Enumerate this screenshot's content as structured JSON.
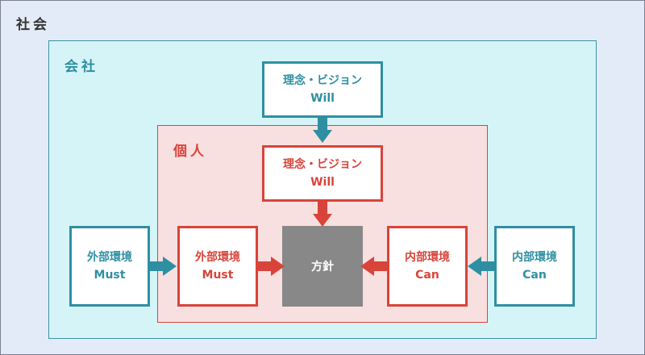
{
  "regions": {
    "society": "社会",
    "company": "会社",
    "individual": "個人"
  },
  "company_vision": {
    "title": "理念・ビジョン",
    "sub": "Will"
  },
  "individual_vision": {
    "title": "理念・ビジョン",
    "sub": "Will"
  },
  "external_company": {
    "title": "外部環境",
    "sub": "Must"
  },
  "external_individual": {
    "title": "外部環境",
    "sub": "Must"
  },
  "internal_individual": {
    "title": "内部環境",
    "sub": "Can"
  },
  "internal_company": {
    "title": "内部環境",
    "sub": "Can"
  },
  "policy": "方針",
  "colors": {
    "society_fill": "#e4ebf8",
    "company_fill": "#d5f4f8",
    "company_accent": "#2f8fa2",
    "individual_fill": "#f8e0e0",
    "individual_accent": "#d9443a",
    "policy_fill": "#888888"
  }
}
